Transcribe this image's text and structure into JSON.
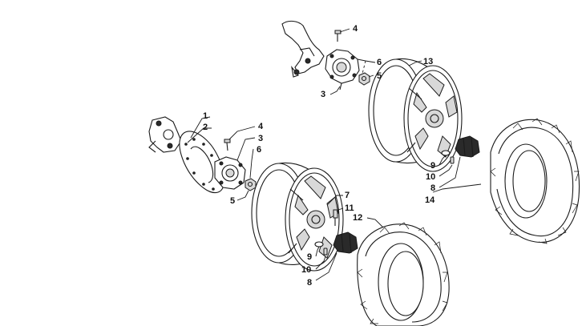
{
  "callouts": {
    "c1": "1",
    "c2": "2",
    "c3a": "3",
    "c3b": "3",
    "c4a": "4",
    "c4b": "4",
    "c5a": "5",
    "c5b": "5",
    "c6a": "6",
    "c6b": "6",
    "c7": "7",
    "c8a": "8",
    "c8b": "8",
    "c9a": "9",
    "c9b": "9",
    "c10a": "10",
    "c10b": "10",
    "c11": "11",
    "c12": "12",
    "c13": "13",
    "c14": "14"
  },
  "colors": {
    "line": "#1a1a1a",
    "background": "#ffffff"
  }
}
